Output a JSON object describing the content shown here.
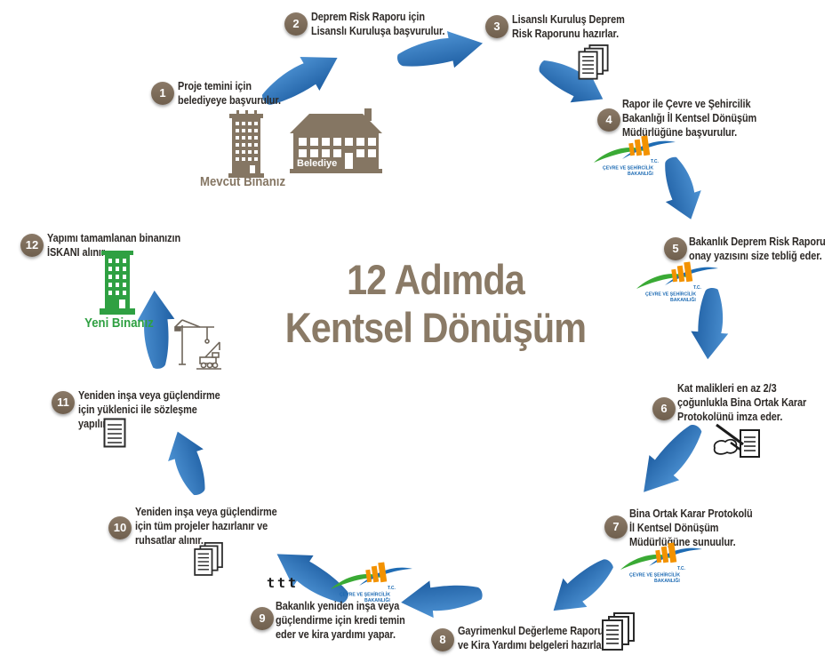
{
  "title": {
    "line1": "12 Adımda",
    "line2": "Kentsel Dönüşüm"
  },
  "steps": [
    {
      "num": "1",
      "text": "Proje temini için\nbelediyeye başvurulur."
    },
    {
      "num": "2",
      "text": "Deprem Risk Raporu için\nLisanslı Kuruluşa başvurulur."
    },
    {
      "num": "3",
      "text": "Lisanslı Kuruluş Deprem\nRisk Raporunu hazırlar."
    },
    {
      "num": "4",
      "text": "Rapor ile Çevre ve Şehircilik\nBakanlığı İl Kentsel Dönüşüm\nMüdürlüğüne başvurulur."
    },
    {
      "num": "5",
      "text": "Bakanlık Deprem Risk Raporu\nonay yazısını size tebliğ eder."
    },
    {
      "num": "6",
      "text": "Kat malikleri en az 2/3\nçoğunlukla Bina Ortak Karar\nProtokolünü imza eder."
    },
    {
      "num": "7",
      "text": "Bina Ortak Karar Protokolü\nİl Kentsel Dönüşüm\nMüdürlüğüne sunuulur."
    },
    {
      "num": "8",
      "text": "Gayrimenkul Değerleme Raporu\nve Kira Yardımı belgeleri hazırlanır."
    },
    {
      "num": "9",
      "text": "Bakanlık yeniden inşa veya\ngüçlendirme için kredi temin\neder ve kira yardımı yapar."
    },
    {
      "num": "10",
      "text": "Yeniden inşa veya güçlendirme\niçin tüm projeler hazırlanır ve\nruhsatlar alınır."
    },
    {
      "num": "11",
      "text": "Yeniden inşa veya güçlendirme\niçin yüklenici ile sözleşme\nyapılır."
    },
    {
      "num": "12",
      "text": "Yapımı tamamlanan binanızın\nİSKANI alınır."
    }
  ],
  "labels": {
    "existing_building": "Mevcut Binanız",
    "municipality": "Belediye",
    "new_building": "Yeni Binanız",
    "annotation": "ttt"
  },
  "ministry_logo": {
    "tc": "T.C.",
    "name_line1": "ÇEVRE VE ŞEHİRCİLİK",
    "name_line2": "BAKANLIĞI"
  },
  "colors": {
    "arrow_blue": "#2e6fb7",
    "badge_brown": "#7d6c5b",
    "title_taupe": "#8a7a66",
    "building_taupe": "#857663",
    "new_building_green": "#2fa042",
    "logo_orange": "#f39200",
    "logo_green": "#3aaa35",
    "logo_blue": "#1f6cb4"
  }
}
